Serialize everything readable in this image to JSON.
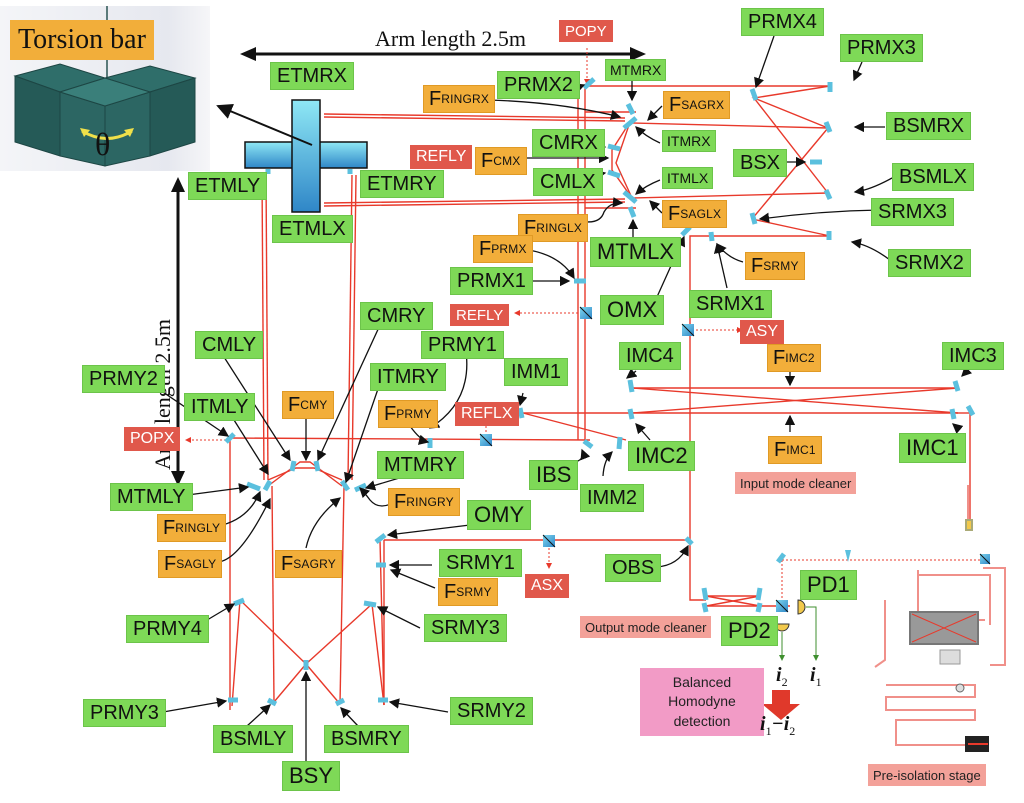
{
  "torsion": {
    "title": "Torsion bar",
    "angle_symbol": "θ"
  },
  "arm_x": {
    "text": "Arm length 2.5m"
  },
  "arm_y": {
    "text": "Arm length 2.5m"
  },
  "labels": {
    "ETMRX": "ETMRX",
    "ETMLY": "ETMLY",
    "ETMRY": "ETMRY",
    "ETMLX": "ETMLX",
    "PRMX2": "PRMX2",
    "MTMRX": "MTMRX",
    "PRMX4": "PRMX4",
    "PRMX3": "PRMX3",
    "CMRX": "CMRX",
    "CMLX": "CMLX",
    "ITMRX": "ITMRX",
    "ITMLX": "ITMLX",
    "BSMRX": "BSMRX",
    "BSX": "BSX",
    "BSMLX": "BSMLX",
    "SRMX3": "SRMX3",
    "SRMX2": "SRMX2",
    "MTMLX": "MTMLX",
    "PRMX1": "PRMX1",
    "OMX": "OMX",
    "SRMX1": "SRMX1",
    "IMC4": "IMC4",
    "IMC3": "IMC3",
    "IMC2": "IMC2",
    "IMC1": "IMC1",
    "IMM1": "IMM1",
    "IMM2": "IMM2",
    "IBS": "IBS",
    "CMLY": "CMLY",
    "CMRY": "CMRY",
    "PRMY1": "PRMY1",
    "PRMY2": "PRMY2",
    "ITMLY": "ITMLY",
    "ITMRY": "ITMRY",
    "MTMRY": "MTMRY",
    "MTMLY": "MTMLY",
    "OMY": "OMY",
    "SRMY1": "SRMY1",
    "OBS": "OBS",
    "PD1": "PD1",
    "PD2": "PD2",
    "PRMY4": "PRMY4",
    "SRMY3": "SRMY3",
    "PRMY3": "PRMY3",
    "SRMY2": "SRMY2",
    "BSMLY": "BSMLY",
    "BSMRY": "BSMRY",
    "BSY": "BSY"
  },
  "forces": {
    "FRINGRX": {
      "main": "F",
      "sub": "RINGRX"
    },
    "FSAGRX": {
      "main": "F",
      "sub": "SAGRX"
    },
    "FCMX": {
      "main": "F",
      "sub": "CMX"
    },
    "FRINGLX": {
      "main": "F",
      "sub": "RINGLX"
    },
    "FSAGLX": {
      "main": "F",
      "sub": "SAGLX"
    },
    "FPRMX": {
      "main": "F",
      "sub": "PRMX"
    },
    "FSRMY_top": {
      "main": "F",
      "sub": "SRMY"
    },
    "FIMC2": {
      "main": "F",
      "sub": "IMC2"
    },
    "FIMC1": {
      "main": "F",
      "sub": "IMC1"
    },
    "FCMY": {
      "main": "F",
      "sub": "CMY"
    },
    "FPRMY": {
      "main": "F",
      "sub": "PRMY"
    },
    "FRINGLY": {
      "main": "F",
      "sub": "RINGLY"
    },
    "FRINGRY": {
      "main": "F",
      "sub": "RINGRY"
    },
    "FSAGLY": {
      "main": "F",
      "sub": "SAGLY"
    },
    "FSAGRY": {
      "main": "F",
      "sub": "SAGRY"
    },
    "FSRMY_bottom": {
      "main": "F",
      "sub": "SRMY"
    }
  },
  "ports": {
    "POPY": "POPY",
    "REFLY_top": "REFLY",
    "REFLY_mid": "REFLY",
    "ASY": "ASY",
    "REFLX": "REFLX",
    "POPX": "POPX",
    "ASX": "ASX"
  },
  "sections": {
    "input_mode_cleaner": "Input mode cleaner",
    "output_mode_cleaner": "Output mode cleaner",
    "pre_isolation": "Pre-isolation stage",
    "bhd": "Balanced Homodyne detection"
  },
  "signals": {
    "i1": "i",
    "i1_sub": "1",
    "i2": "i",
    "i2_sub": "2",
    "diff": "i",
    "diff_sub1": "1",
    "minus": "−",
    "diff2": "i",
    "diff_sub2": "2"
  },
  "colors": {
    "label_green": "#7ed957",
    "force_orange": "#f2ae3a",
    "port_red": "#e0584b",
    "beam": "#e8392b",
    "mirror": "#5bc0de",
    "section_salmon": "#f3a199",
    "bhd_pink": "#f29bc6"
  }
}
